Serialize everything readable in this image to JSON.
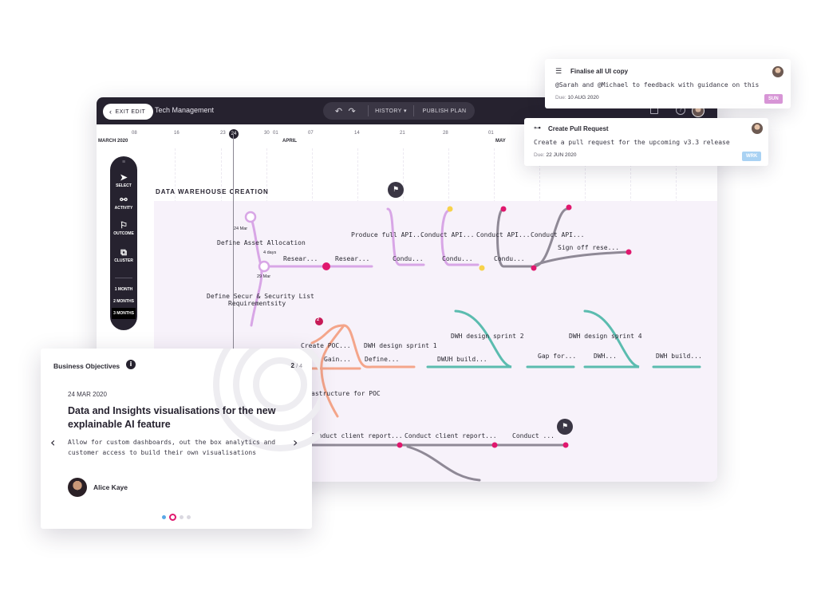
{
  "app": {
    "exit_label": "EXIT EDIT",
    "title": "Tech Management",
    "history_label": "HISTORY",
    "publish_label": "PUBLISH PLAN"
  },
  "timeline": {
    "ticks": [
      "08",
      "16",
      "23",
      "24",
      "30",
      "01",
      "07",
      "14",
      "21",
      "28",
      "01"
    ],
    "months": [
      "MARCH 2020",
      "APRIL",
      "MAY"
    ],
    "today": "24"
  },
  "toolbox": {
    "select": "SELECT",
    "activity": "ACTIVITY",
    "outcome": "OUTCOME",
    "cluster": "CLUSTER",
    "ranges": [
      "1 MONTH",
      "2 MONTHS",
      "3 MONTHS"
    ]
  },
  "workstream": {
    "title": "DATA WAREHOUSE CREATION"
  },
  "nodes": {
    "define_asset": "Define Asset Allocation",
    "date_24": "24 Mar",
    "days_4": "4 days",
    "date_29": "29 Mar",
    "resear1": "Resear...",
    "resear2": "Resear...",
    "produce": "Produce full API...",
    "conduct_api1": "Conduct API...",
    "conduct_api2": "Conduct API...",
    "conduct_api3": "Conduct API...",
    "condu1": "Condu...",
    "condu2": "Condu...",
    "condu3": "Condu...",
    "signoff": "Sign off rese...",
    "define_secur": "Define Secur & Security List",
    "define_secur2": "Requirementsity",
    "create_poc": "Create POC...",
    "dwh_sprint1": "DWH design sprint 1",
    "gain": "Gain...",
    "define": "Define...",
    "dwuh_build": "DWUH build...",
    "dwh_sprint2": "DWH design sprint 2",
    "dwh_sprint4": "DWH design sprint 4",
    "gap": "Gap for...",
    "dwh": "DWH...",
    "dwh_build": "DWH build...",
    "infra": "astructure for POC",
    "conduct_client1": "Conduct client report...",
    "conduct_client2": "Conduct client report...",
    "conduct_dots": "Conduct ...",
    "badge": "2"
  },
  "card1": {
    "title": "Finalise all UI copy",
    "desc": "@Sarah and @Michael to feedback with guidance on this",
    "due_label": "Due:",
    "due": "10 AUG 2020",
    "tag": "SUN"
  },
  "card2": {
    "title": "Create Pull Request",
    "desc": "Create a pull request for the upcoming v3.3 release",
    "due_label": "Due:",
    "due": "22 JUN 2020",
    "tag": "WRK"
  },
  "objectives": {
    "title": "Business Objectives",
    "page_current": "2",
    "page_total": "/ 4",
    "date": "24 MAR 2020",
    "heading": "Data and Insights visualisations for the new explainable AI feature",
    "desc": "Allow for custom dashboards, out the box analytics and customer access to build their own visualisations",
    "person": "Alice Kaye"
  },
  "colors": {
    "purple": "#d8a6e6",
    "grey": "#8f8996",
    "teal": "#5bbcaf",
    "orange": "#f4a58a",
    "pink": "#e0186e",
    "sun_tag": "#d795d6",
    "wrk_tag": "#a9d2f3"
  }
}
